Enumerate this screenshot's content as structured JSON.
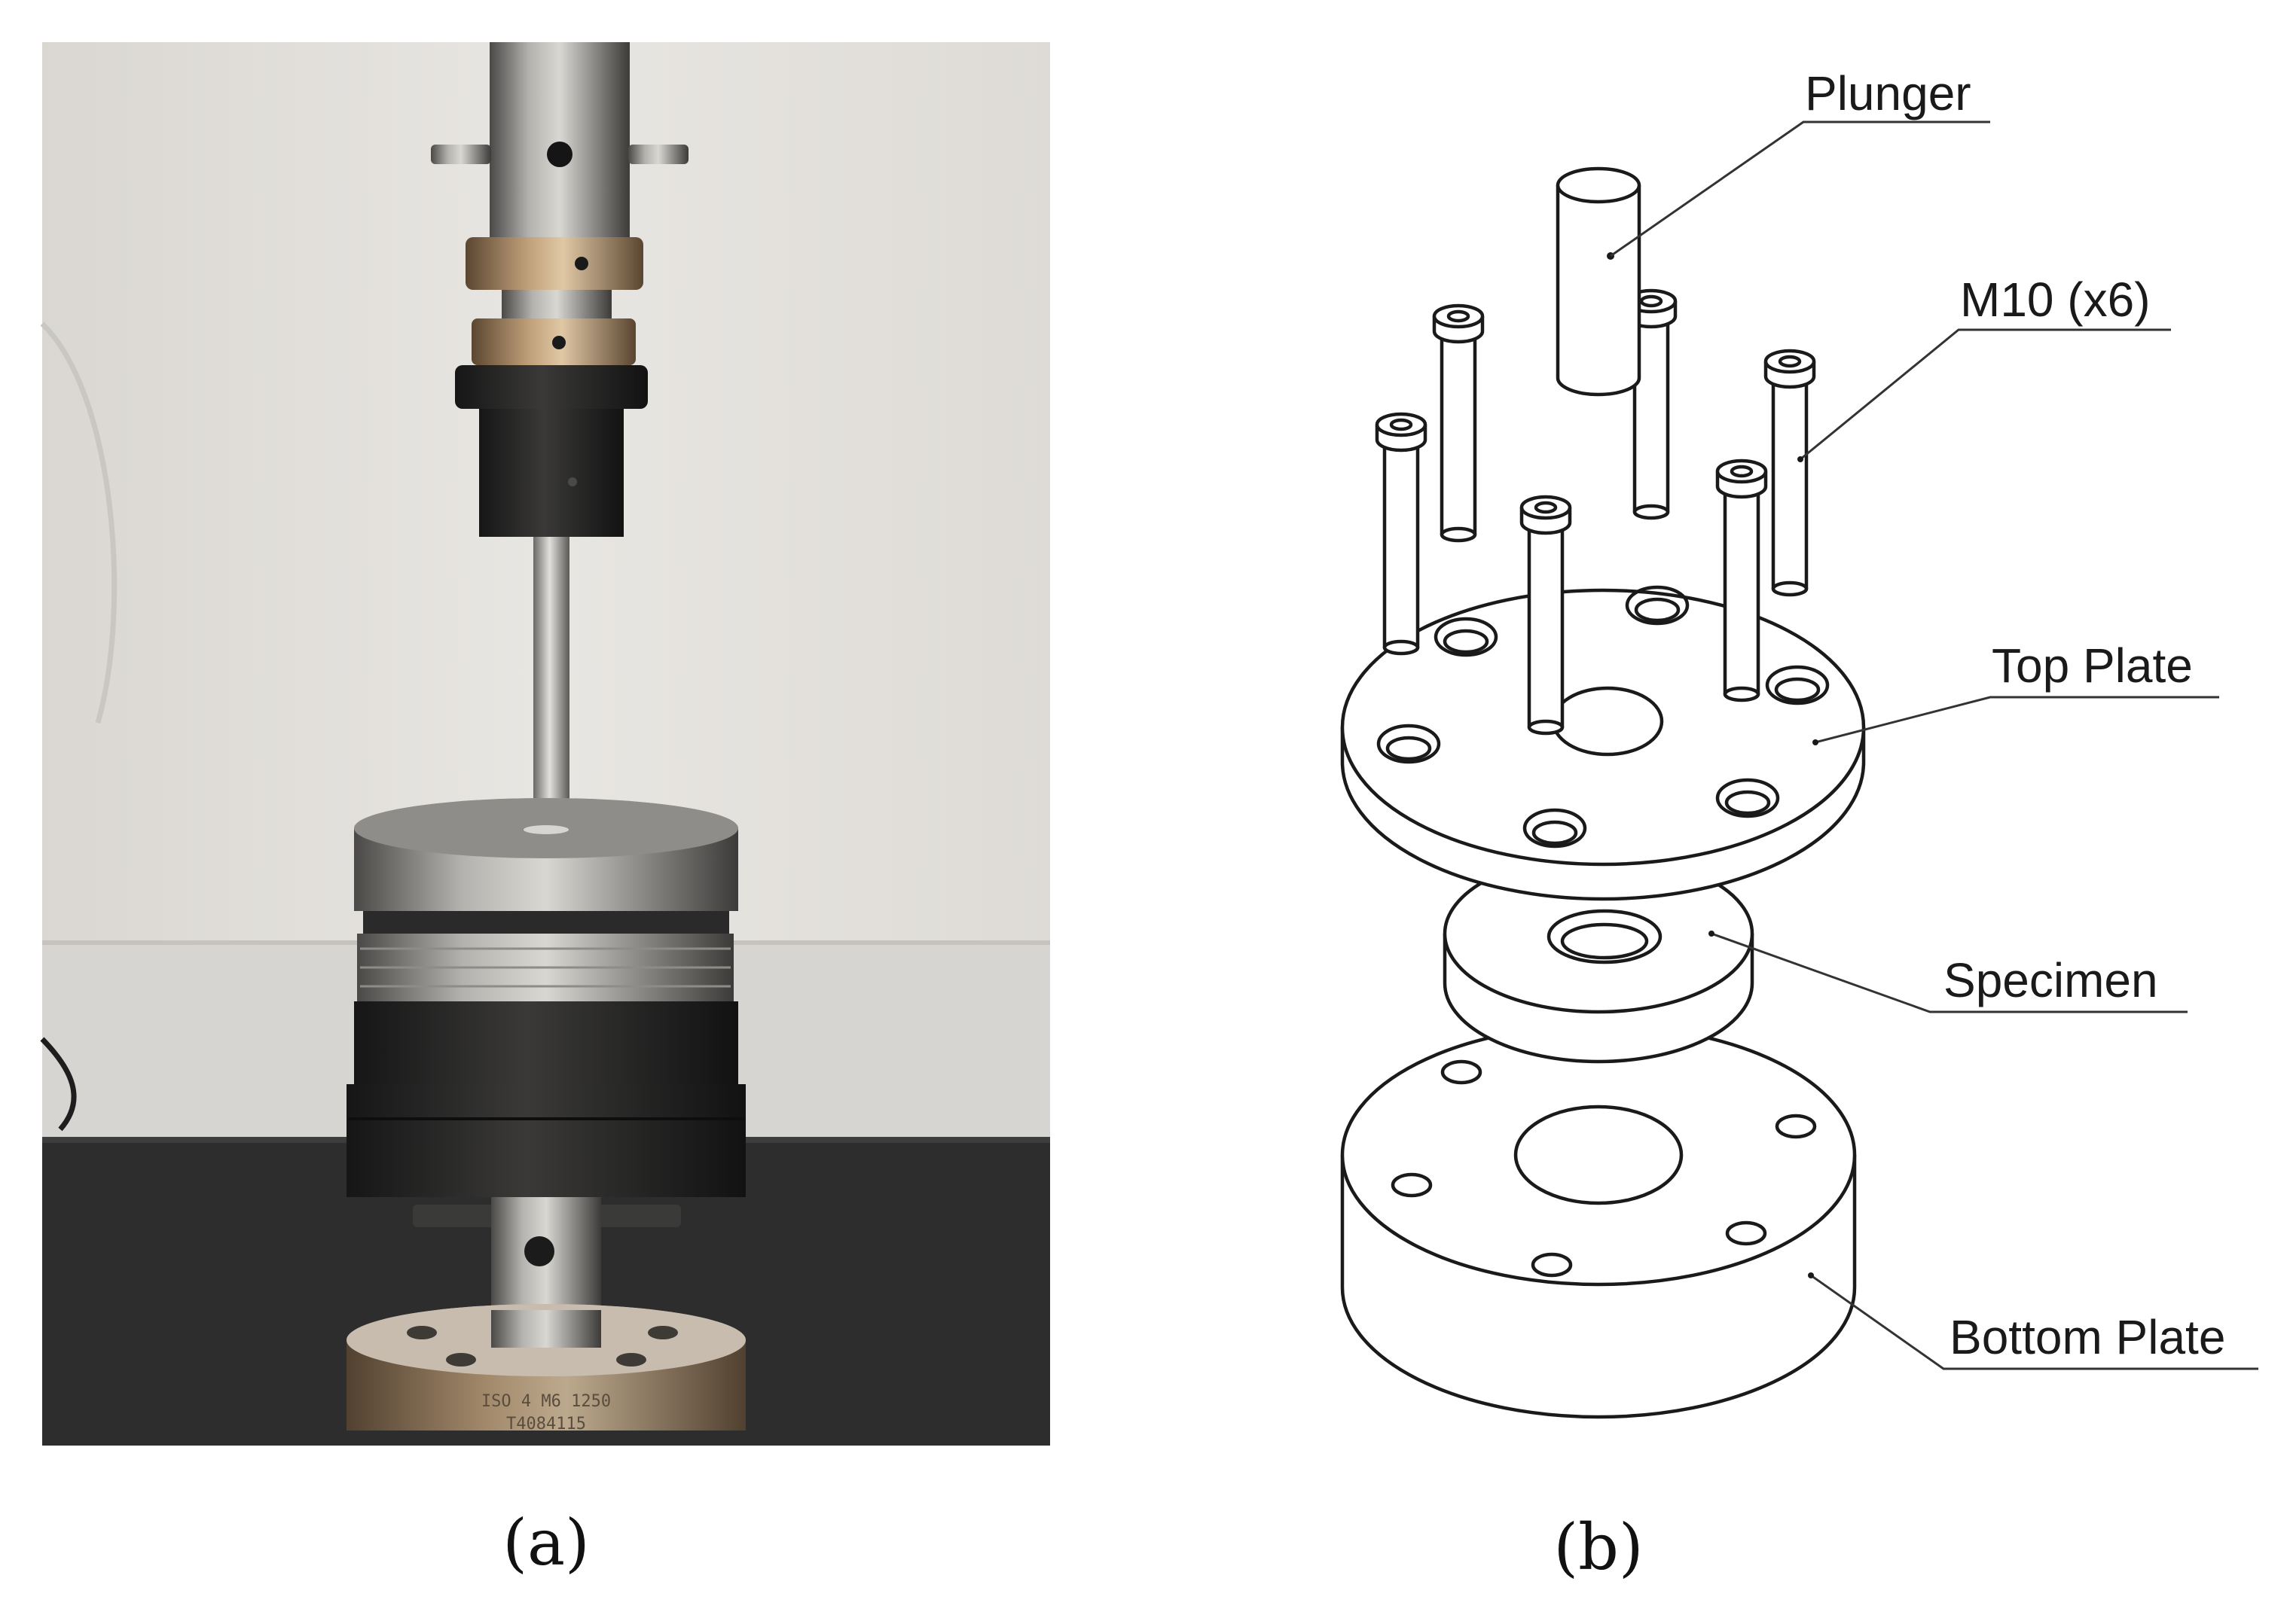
{
  "panels": {
    "a": {
      "caption": "(a)"
    },
    "b": {
      "caption": "(b)"
    }
  },
  "labels": {
    "plunger": "Plunger",
    "bolts": "M10 (x6)",
    "top_plate": "Top Plate",
    "specimen": "Specimen",
    "bottom_plate": "Bottom Plate"
  },
  "photo_markings": {
    "line1": "ISO 4  M6  1250",
    "line2": "T4084115"
  },
  "colors": {
    "wall": "#e4e1dd",
    "baseboard": "#d6d4d0",
    "bench": "#2c2c2c",
    "steel": "#9a9895",
    "bronze": "#a08463",
    "dark_metal": "#2b2a29",
    "line": "#1a1a1a"
  }
}
